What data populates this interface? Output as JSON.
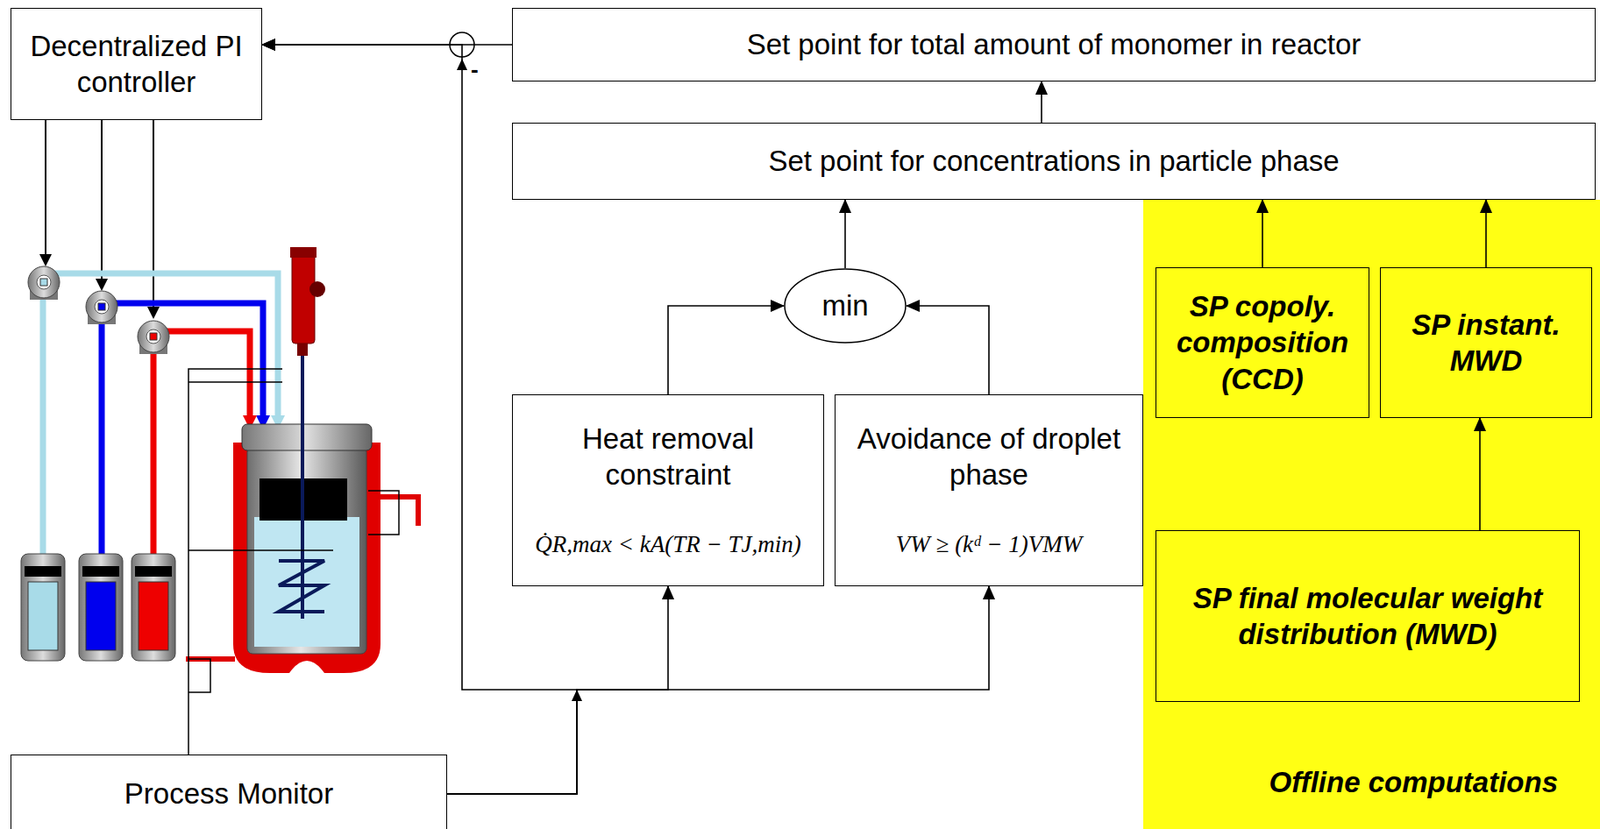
{
  "diagram": {
    "nodes": [
      {
        "text": [
          "Decentralized PI controller"
        ]
      },
      {
        "text": [
          "Set point for total amount of monomer in reactor"
        ]
      },
      {
        "text": [
          "Set point for concentrations in particle phase"
        ]
      },
      {
        "text": [
          "min"
        ]
      },
      {
        "text": [
          "Heat removal constraint",
          "Q̇R,max < kA(TR − TJ,min)"
        ]
      },
      {
        "text": [
          "Avoidance of droplet phase",
          "VW ≥ (kᵈ − 1)VMW"
        ]
      },
      {
        "text": [
          "Offline computations"
        ]
      },
      {
        "text": [
          "SP copoly. composition (CCD)"
        ],
        "in": 6
      },
      {
        "text": [
          "SP instant. MWD"
        ],
        "in": 6
      },
      {
        "text": [
          "SP final molecular weight distribution (MWD)"
        ],
        "in": 6
      },
      {
        "text": [
          "Process Monitor"
        ]
      }
    ],
    "edges": [
      {
        "from": 1,
        "to": 0,
        "arrow": "to"
      },
      {
        "from": 10,
        "to": 0,
        "arrow": "to"
      },
      {
        "from": 10,
        "to": 4,
        "arrow": "to"
      },
      {
        "from": 10,
        "to": 5,
        "arrow": "to"
      },
      {
        "from": 4,
        "to": 3,
        "arrow": "to"
      },
      {
        "from": 5,
        "to": 3,
        "arrow": "to"
      },
      {
        "from": 3,
        "to": 2,
        "arrow": "to"
      },
      {
        "from": 2,
        "to": 1,
        "arrow": "to"
      },
      {
        "from": 7,
        "to": 2,
        "arrow": "to"
      },
      {
        "from": 8,
        "to": 2,
        "arrow": "to"
      },
      {
        "from": 9,
        "to": 8,
        "arrow": "to"
      }
    ],
    "labels": [
      "-"
    ]
  }
}
